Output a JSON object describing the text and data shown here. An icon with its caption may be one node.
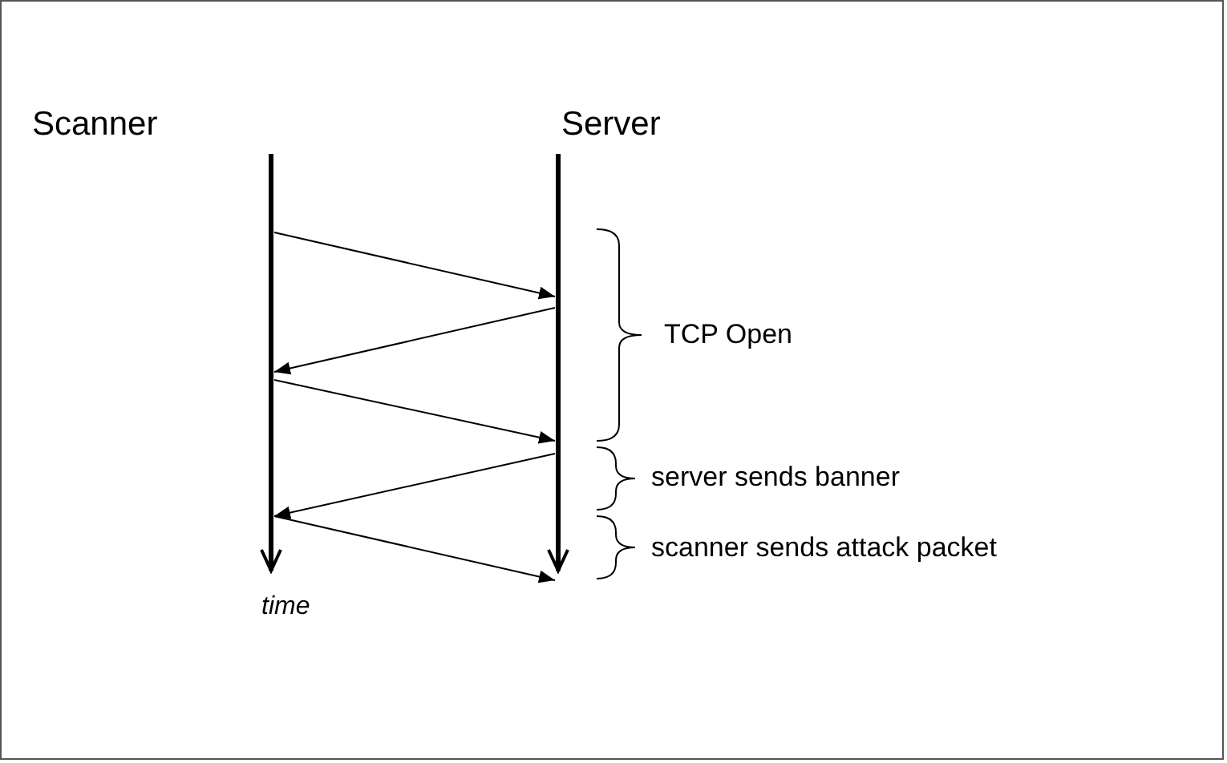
{
  "diagram": {
    "nodes": [
      {
        "text": [
          "Scanner"
        ]
      },
      {
        "text": [
          "Server"
        ]
      }
    ],
    "edges": [
      {
        "from": 0,
        "to": 1,
        "arrow": "to"
      },
      {
        "from": 1,
        "to": 0,
        "arrow": "to"
      },
      {
        "from": 0,
        "to": 1,
        "arrow": "to"
      },
      {
        "from": 1,
        "to": 0,
        "arrow": "to"
      },
      {
        "from": 0,
        "to": 1,
        "arrow": "to"
      }
    ],
    "labels": [
      "time",
      "TCP Open",
      "server sends banner",
      "scanner sends attack packet"
    ]
  }
}
